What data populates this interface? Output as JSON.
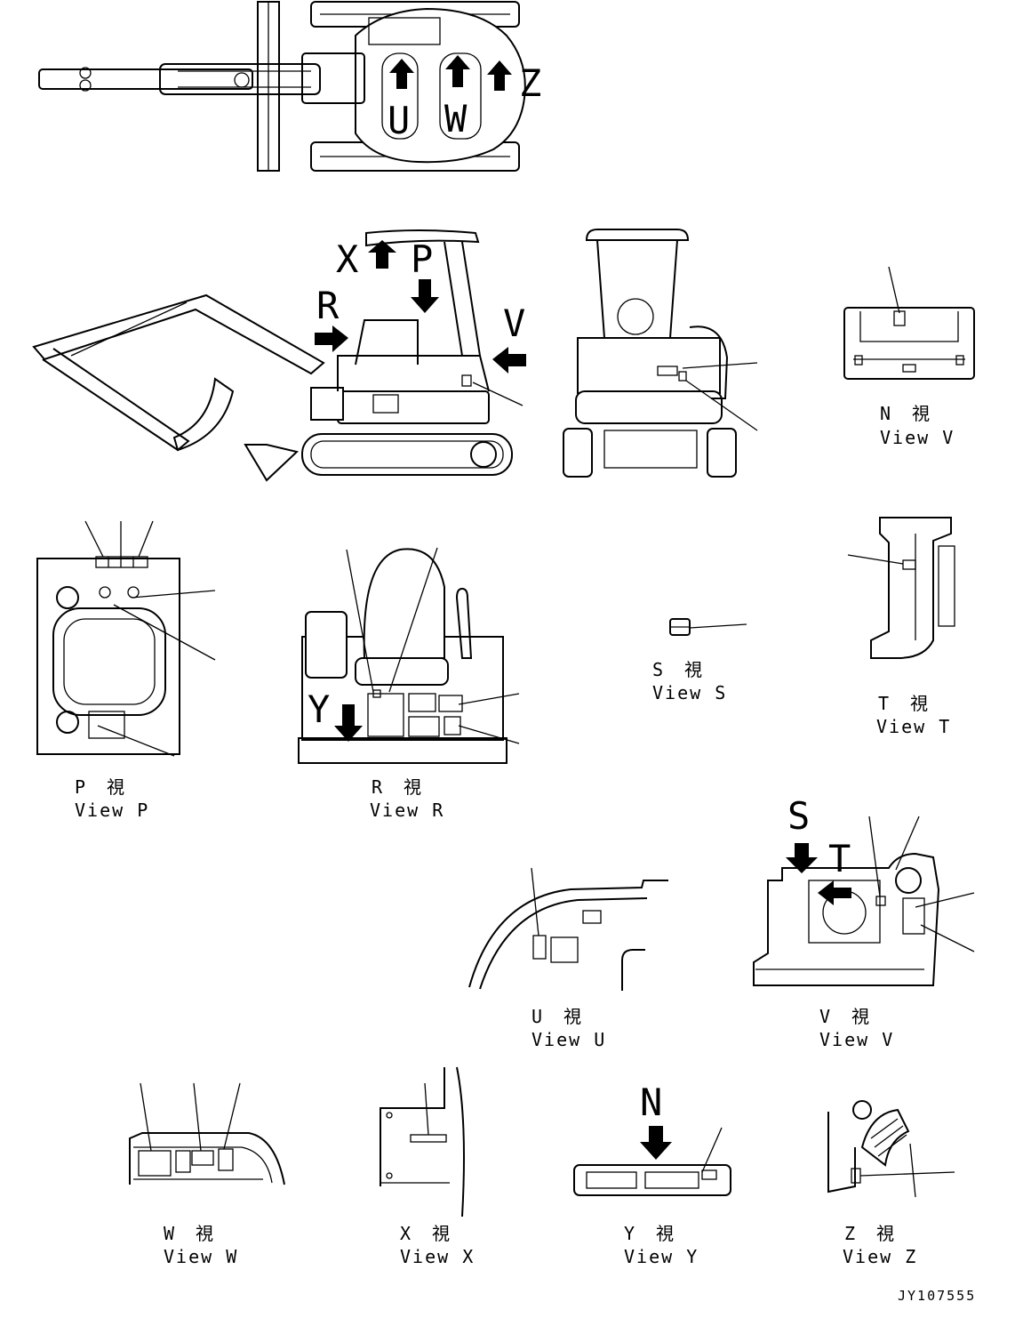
{
  "markers": {
    "U": "U",
    "W": "W",
    "Z": "Z",
    "X": "X",
    "P": "P",
    "R": "R",
    "V": "V",
    "Y": "Y",
    "S": "S",
    "T": "T",
    "N": "N"
  },
  "captions": {
    "view_n": {
      "kanji": "N　視",
      "english": "View V"
    },
    "view_p": {
      "kanji": "P　視",
      "english": "View P"
    },
    "view_r": {
      "kanji": "R　視",
      "english": "View R"
    },
    "view_s": {
      "kanji": "S　視",
      "english": "View S"
    },
    "view_t": {
      "kanji": "T　視",
      "english": "View T"
    },
    "view_u": {
      "kanji": "U　視",
      "english": "View U"
    },
    "view_v": {
      "kanji": "V　視",
      "english": "View V"
    },
    "view_w": {
      "kanji": "W　視",
      "english": "View W"
    },
    "view_x": {
      "kanji": "X　視",
      "english": "View X"
    },
    "view_y": {
      "kanji": "Y　視",
      "english": "View Y"
    },
    "view_z": {
      "kanji": "Z　視",
      "english": "View Z"
    }
  },
  "drawing_code": "JY107555"
}
